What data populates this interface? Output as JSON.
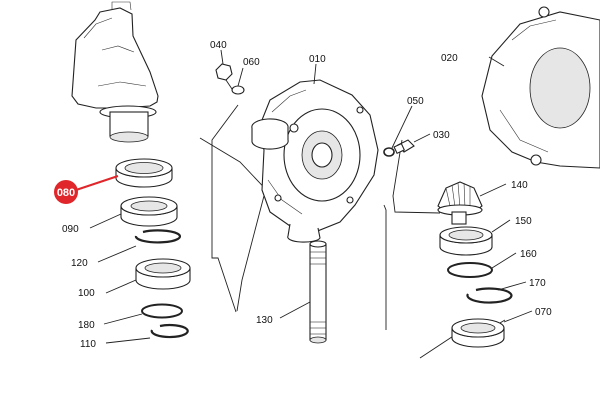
{
  "highlight": {
    "part_number": "080",
    "color": "#e0262b"
  },
  "labels": {
    "p010": "010",
    "p020": "020",
    "p030": "030",
    "p040": "040",
    "p050": "050",
    "p060": "060",
    "p070": "070",
    "p090": "090",
    "p100": "100",
    "p110": "110",
    "p120": "120",
    "p130": "130",
    "p140": "140",
    "p150": "150",
    "p160": "160",
    "p170": "170",
    "p180": "180"
  }
}
